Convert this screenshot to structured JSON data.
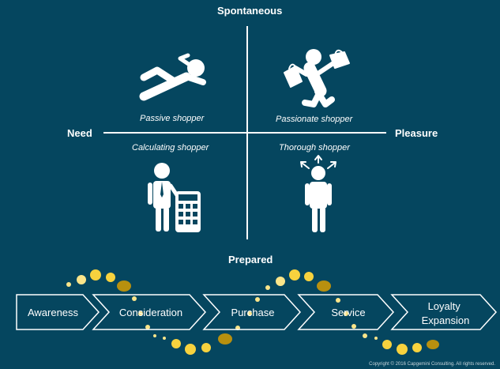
{
  "axes": {
    "top": "Spontaneous",
    "bottom": "Prepared",
    "left": "Need",
    "right": "Pleasure"
  },
  "quadrants": {
    "top_left": "Passive shopper",
    "top_right": "Passionate shopper",
    "bottom_left": "Calculating shopper",
    "bottom_right": "Thorough shopper"
  },
  "icons": {
    "top_left": "reclining-person-icon",
    "top_right": "person-with-shopping-bags-icon",
    "bottom_left": "person-with-calculator-icon",
    "bottom_right": "person-with-arrows-icon"
  },
  "steps": [
    {
      "lines": [
        "Awareness"
      ]
    },
    {
      "lines": [
        "Consideration"
      ]
    },
    {
      "lines": [
        "Purchase"
      ]
    },
    {
      "lines": [
        "Service"
      ]
    },
    {
      "lines": [
        "Loyalty",
        "Expansion"
      ]
    }
  ],
  "colors": {
    "background": "#05465f",
    "foreground": "#ffffff",
    "dot_bright": "#f7d23e",
    "dot_light": "#fbe58a",
    "dot_dark": "#b8900f"
  },
  "copyright": "Copyright © 2016 Capgemini Consulting. All rights reserved."
}
